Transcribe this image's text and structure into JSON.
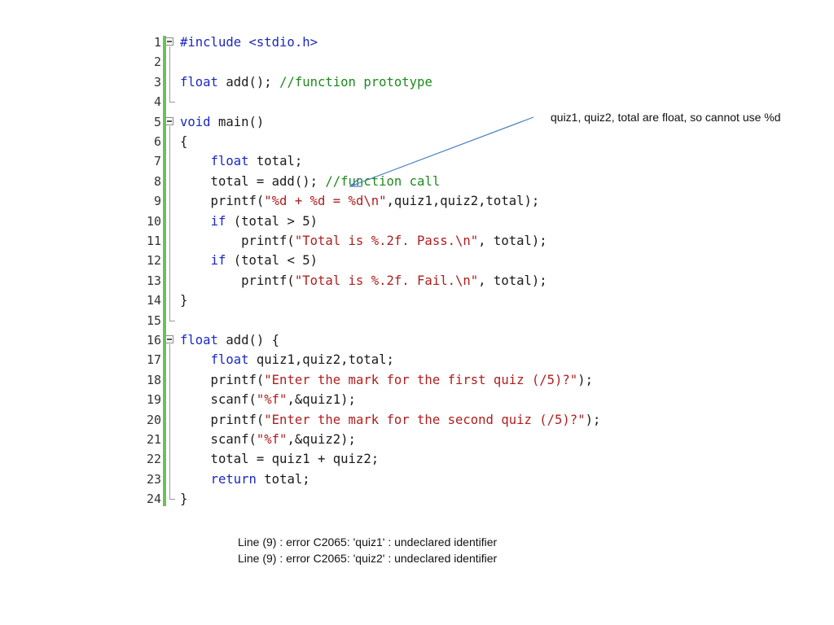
{
  "code": {
    "lines": [
      {
        "n": "1",
        "parts": [
          {
            "t": "#include <stdio.h>",
            "c": "kw"
          }
        ]
      },
      {
        "n": "2",
        "parts": []
      },
      {
        "n": "3",
        "parts": [
          {
            "t": "float",
            "c": "kw"
          },
          {
            "t": " add(); ",
            "c": ""
          },
          {
            "t": "//function prototype",
            "c": "cm"
          }
        ]
      },
      {
        "n": "4",
        "parts": []
      },
      {
        "n": "5",
        "parts": [
          {
            "t": "void",
            "c": "kw"
          },
          {
            "t": " main()",
            "c": ""
          }
        ]
      },
      {
        "n": "6",
        "parts": [
          {
            "t": "{",
            "c": ""
          }
        ]
      },
      {
        "n": "7",
        "parts": [
          {
            "t": "    ",
            "c": ""
          },
          {
            "t": "float",
            "c": "kw"
          },
          {
            "t": " total;",
            "c": ""
          }
        ]
      },
      {
        "n": "8",
        "parts": [
          {
            "t": "    total = add(); ",
            "c": ""
          },
          {
            "t": "//function call",
            "c": "cm"
          }
        ]
      },
      {
        "n": "9",
        "parts": [
          {
            "t": "    printf(",
            "c": ""
          },
          {
            "t": "\"%d + %d = %d\\n\"",
            "c": "str"
          },
          {
            "t": ",quiz1,quiz2,total);",
            "c": ""
          }
        ]
      },
      {
        "n": "10",
        "parts": [
          {
            "t": "    ",
            "c": ""
          },
          {
            "t": "if",
            "c": "kw"
          },
          {
            "t": " (total > 5)",
            "c": ""
          }
        ]
      },
      {
        "n": "11",
        "parts": [
          {
            "t": "        printf(",
            "c": ""
          },
          {
            "t": "\"Total is %.2f. Pass.\\n\"",
            "c": "str"
          },
          {
            "t": ", total);",
            "c": ""
          }
        ]
      },
      {
        "n": "12",
        "parts": [
          {
            "t": "    ",
            "c": ""
          },
          {
            "t": "if",
            "c": "kw"
          },
          {
            "t": " (total < 5)",
            "c": ""
          }
        ]
      },
      {
        "n": "13",
        "parts": [
          {
            "t": "        printf(",
            "c": ""
          },
          {
            "t": "\"Total is %.2f. Fail.\\n\"",
            "c": "str"
          },
          {
            "t": ", total);",
            "c": ""
          }
        ]
      },
      {
        "n": "14",
        "parts": [
          {
            "t": "}",
            "c": ""
          }
        ]
      },
      {
        "n": "15",
        "parts": []
      },
      {
        "n": "16",
        "parts": [
          {
            "t": "float",
            "c": "kw"
          },
          {
            "t": " add() {",
            "c": ""
          }
        ]
      },
      {
        "n": "17",
        "parts": [
          {
            "t": "    ",
            "c": ""
          },
          {
            "t": "float",
            "c": "kw"
          },
          {
            "t": " quiz1,quiz2,total;",
            "c": ""
          }
        ]
      },
      {
        "n": "18",
        "parts": [
          {
            "t": "    printf(",
            "c": ""
          },
          {
            "t": "\"Enter the mark for the first quiz (/5)?\"",
            "c": "str"
          },
          {
            "t": ");",
            "c": ""
          }
        ]
      },
      {
        "n": "19",
        "parts": [
          {
            "t": "    scanf(",
            "c": ""
          },
          {
            "t": "\"%f\"",
            "c": "str"
          },
          {
            "t": ",&quiz1);",
            "c": ""
          }
        ]
      },
      {
        "n": "20",
        "parts": [
          {
            "t": "    printf(",
            "c": ""
          },
          {
            "t": "\"Enter the mark for the second quiz (/5)?\"",
            "c": "str"
          },
          {
            "t": ");",
            "c": ""
          }
        ]
      },
      {
        "n": "21",
        "parts": [
          {
            "t": "    scanf(",
            "c": ""
          },
          {
            "t": "\"%f\"",
            "c": "str"
          },
          {
            "t": ",&quiz2);",
            "c": ""
          }
        ]
      },
      {
        "n": "22",
        "parts": [
          {
            "t": "    total = quiz1 + quiz2;",
            "c": ""
          }
        ]
      },
      {
        "n": "23",
        "parts": [
          {
            "t": "    ",
            "c": ""
          },
          {
            "t": "return",
            "c": "kw"
          },
          {
            "t": " total;",
            "c": ""
          }
        ]
      },
      {
        "n": "24",
        "parts": [
          {
            "t": "}",
            "c": ""
          }
        ]
      }
    ],
    "fold_lines": [
      "1",
      "5",
      "16"
    ]
  },
  "annotation": {
    "text": "quiz1, quiz2, total are float, so cannot use %d",
    "arrow_color": "#4a7fc1"
  },
  "errors": [
    "Line (9) : error C2065: 'quiz1' : undeclared identifier",
    "Line (9) : error C2065: 'quiz2' : undeclared identifier"
  ],
  "colors": {
    "keyword": "#1b28c0",
    "string": "#b01e1e",
    "comment": "#1d8a1d",
    "change_bar": "#6cc05a"
  }
}
